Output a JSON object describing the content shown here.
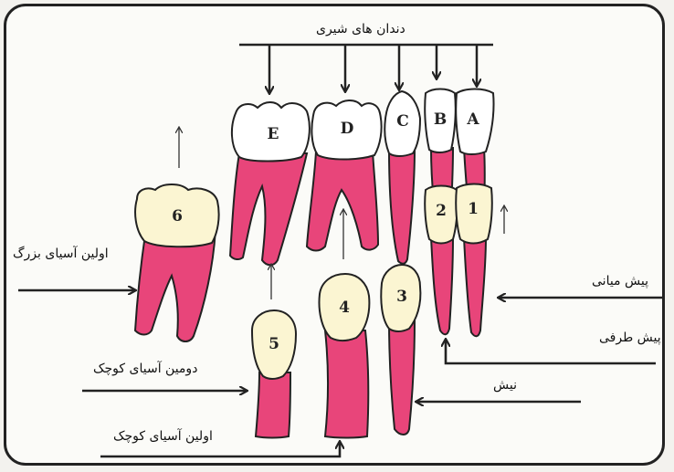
{
  "labels": {
    "primary_teeth": "دندان های شیری",
    "first_molar": "اولین آسیای بزرگ",
    "central_incisor": "پیش میانی",
    "lateral_incisor": "پیش طرفی",
    "canine": "نیش",
    "second_premolar": "دومین آسیای کوچک",
    "first_premolar": "اولین آسیای کوچک"
  },
  "primary_teeth": [
    "E",
    "D",
    "C",
    "B",
    "A"
  ],
  "permanent_teeth": [
    "6",
    "5",
    "4",
    "3",
    "2",
    "1"
  ],
  "colors": {
    "root": "#e8457a",
    "crown": "#ffffff",
    "permanent_crown": "#fbf5d2",
    "outline": "#222222"
  }
}
